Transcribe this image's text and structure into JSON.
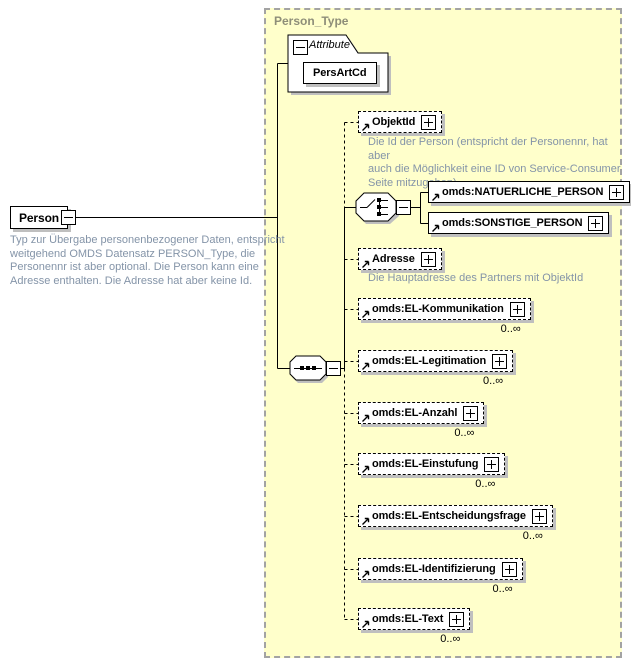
{
  "panel": {
    "title": "Person_Type"
  },
  "root": {
    "label": "Person",
    "annotation": "Typ zur Übergabe personenbezogener Daten, entspricht\nweitgehend OMDS Datensatz PERSON_Type, die\nPersonennr ist aber optional. Die Person kann eine\nAdresse enthalten. Die Adresse hat aber keine Id."
  },
  "attributes": {
    "label": "Attribute",
    "items": [
      {
        "name": "PersArtCd"
      }
    ]
  },
  "elements": [
    {
      "name": "ObjektId",
      "annotation": "Die Id der Person (entspricht der Personennr, hat aber\nauch die Möglichkeit eine ID von Service-Consumer\nSeite mitzugeben)"
    },
    {
      "name": "Adresse",
      "annotation": "Die Hauptadresse des Partners mit ObjektId"
    },
    {
      "name": "omds:EL-Kommunikation",
      "cardinality": "0..∞"
    },
    {
      "name": "omds:EL-Legitimation",
      "cardinality": "0..∞"
    },
    {
      "name": "omds:EL-Anzahl",
      "cardinality": "0..∞"
    },
    {
      "name": "omds:EL-Einstufung",
      "cardinality": "0..∞"
    },
    {
      "name": "omds:EL-Entscheidungsfrage",
      "cardinality": "0..∞"
    },
    {
      "name": "omds:EL-Identifizierung",
      "cardinality": "0..∞"
    },
    {
      "name": "omds:EL-Text",
      "cardinality": "0..∞"
    }
  ],
  "choice": {
    "options": [
      {
        "name": "omds:NATUERLICHE_PERSON"
      },
      {
        "name": "omds:SONSTIGE_PERSON"
      }
    ]
  }
}
